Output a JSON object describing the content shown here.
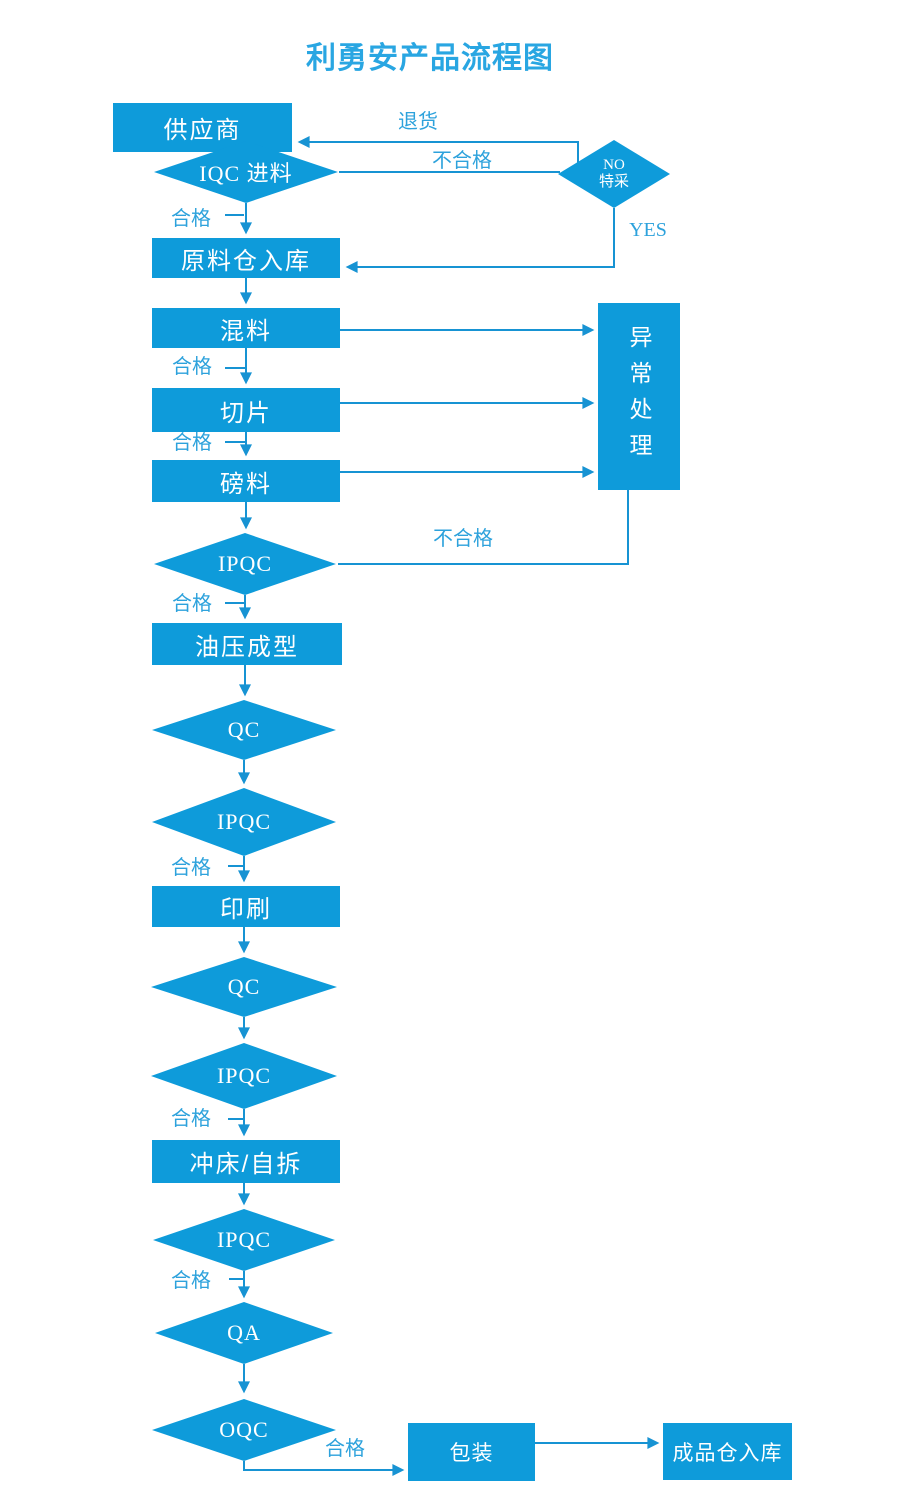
{
  "title": "利勇安产品流程图",
  "nodes": {
    "supplier": "供应商",
    "iqc_incoming": "IQC 进料",
    "special_acceptance": {
      "line1": "NO",
      "line2": "特采"
    },
    "raw_material_warehouse": "原料仓入库",
    "mixing": "混料",
    "slicing": "切片",
    "weighing": "磅料",
    "exception_handling": "异常处理",
    "ipqc": "IPQC",
    "hydraulic_molding": "油压成型",
    "qc": "QC",
    "printing": "印刷",
    "punching": "冲床/自拆",
    "qa": "QA",
    "oqc": "OQC",
    "packing": "包装",
    "finished_goods_warehouse": "成品仓入库"
  },
  "edge_labels": {
    "return_goods": "退货",
    "unqualified": "不合格",
    "qualified": "合格",
    "yes": "YES"
  },
  "colors": {
    "shape_fill": "#0e9bda",
    "line": "#1793d3",
    "edge_label_text": "#2da2dc",
    "title_text": "#29a6e2",
    "node_text": "#ffffff",
    "background": "#ffffff"
  }
}
